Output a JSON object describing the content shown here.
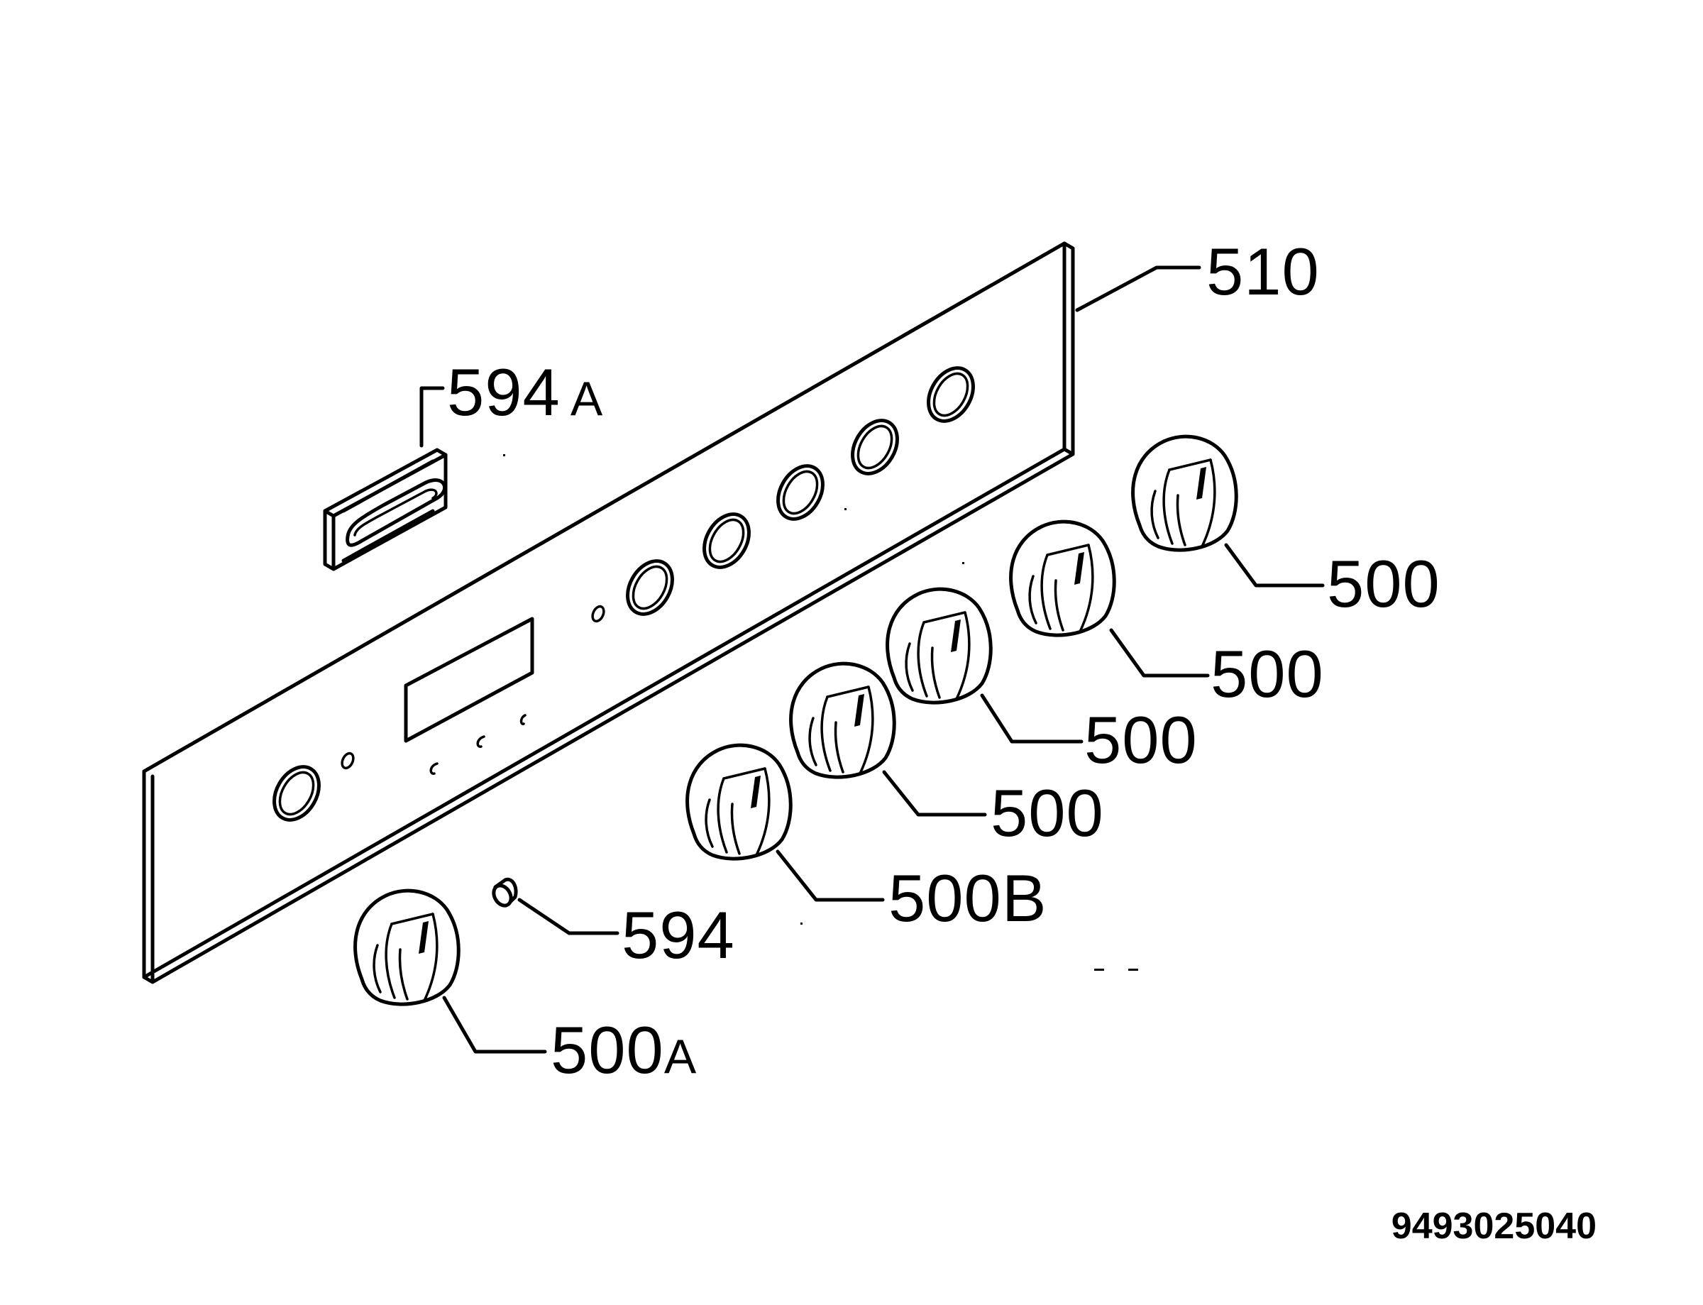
{
  "diagram": {
    "labels": {
      "panel": "510",
      "bracket": {
        "number": "594",
        "suffix": "A"
      },
      "indicator": "594",
      "knob_left": {
        "number": "500",
        "suffix": "A"
      },
      "knob_b": {
        "number": "500",
        "suffix": "B"
      },
      "knob_1": "500",
      "knob_2": "500",
      "knob_3": "500",
      "knob_4": "500"
    },
    "document_number": "9493025040"
  }
}
